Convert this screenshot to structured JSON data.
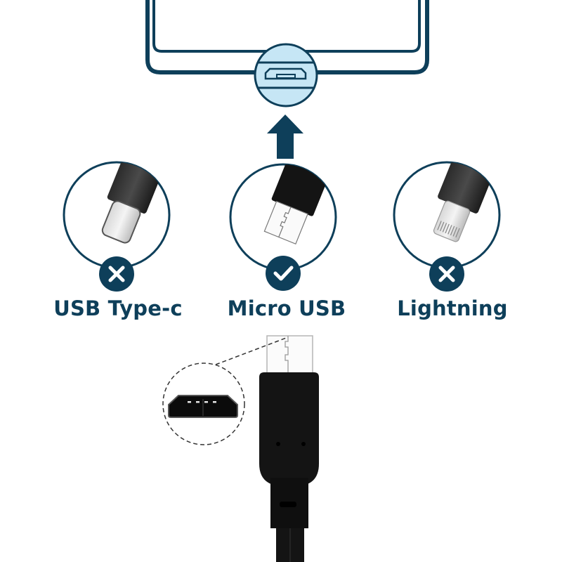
{
  "colors": {
    "primary": "#0e3f5a",
    "port_highlight": "#c6e6f5",
    "connector_body": "#111111",
    "background": "#ffffff"
  },
  "device": {
    "port_type": "Micro USB port",
    "arrow_icon": "arrow-up-icon"
  },
  "connectors": [
    {
      "label": "USB Type-c",
      "compatible": false,
      "status_icon": "cross-icon"
    },
    {
      "label": "Micro USB",
      "compatible": true,
      "status_icon": "check-icon"
    },
    {
      "label": "Lightning",
      "compatible": false,
      "status_icon": "cross-icon"
    }
  ],
  "cable": {
    "plug_type": "Micro USB",
    "detail_callout": "micro-usb-port-closeup"
  }
}
